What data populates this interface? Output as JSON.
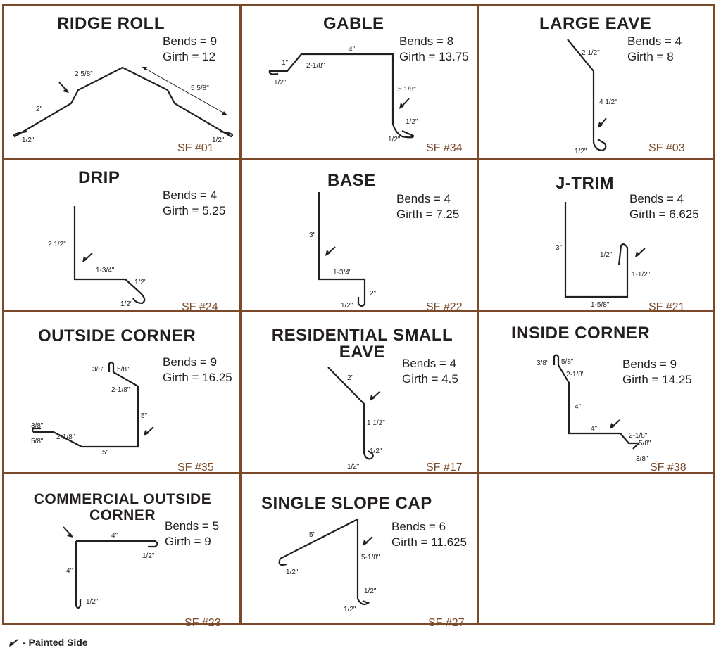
{
  "colors": {
    "border": "#7a4a2a",
    "line": "#231f20",
    "code": "#7a4a2a"
  },
  "cells": [
    {
      "title": "RIDGE ROLL",
      "bends": "Bends = 9",
      "girth": "Girth = 12",
      "code": "SF #01",
      "labels": [
        "2 5/8\"",
        "5 5/8\"",
        "2\"",
        "1/2\"",
        "1/2\""
      ]
    },
    {
      "title": "GABLE",
      "bends": "Bends = 8",
      "girth": "Girth = 13.75",
      "code": "SF #34",
      "labels": [
        "4\"",
        "1\"",
        "2-1/8\"",
        "1/2\"",
        "5 1/8\"",
        "1/2\"",
        "1/2\""
      ]
    },
    {
      "title": "LARGE EAVE",
      "bends": "Bends = 4",
      "girth": "Girth = 8",
      "code": "SF #03",
      "labels": [
        "2 1/2\"",
        "4 1/2\"",
        "1/2\""
      ]
    },
    {
      "title": "DRIP",
      "bends": "Bends = 4",
      "girth": "Girth = 5.25",
      "code": "SF #24",
      "labels": [
        "2 1/2\"",
        "1-3/4\"",
        "1/2\"",
        "1/2\""
      ]
    },
    {
      "title": "BASE",
      "bends": "Bends = 4",
      "girth": "Girth = 7.25",
      "code": "SF #22",
      "labels": [
        "3\"",
        "1-3/4\"",
        "2\"",
        "1/2\""
      ]
    },
    {
      "title": "J-TRIM",
      "bends": "Bends = 4",
      "girth": "Girth = 6.625",
      "code": "SF #21",
      "labels": [
        "3\"",
        "1/2\"",
        "1-1/2\"",
        "1-5/8\""
      ]
    },
    {
      "title": "OUTSIDE CORNER",
      "bends": "Bends = 9",
      "girth": "Girth = 16.25",
      "code": "SF #35",
      "labels": [
        "3/8\"",
        "5/8\"",
        "2-1/8\"",
        "5\"",
        "3/8\"",
        "5/8\"",
        "2-1/8\"",
        "5\""
      ]
    },
    {
      "title": "RESIDENTIAL SMALL EAVE",
      "bends": "Bends = 4",
      "girth": "Girth = 4.5",
      "code": "SF #17",
      "labels": [
        "2\"",
        "1 1/2\"",
        "1/2\"",
        "1/2\""
      ]
    },
    {
      "title": "INSIDE CORNER",
      "bends": "Bends = 9",
      "girth": "Girth = 14.25",
      "code": "SF #38",
      "labels": [
        "3/8\"",
        "5/8\"",
        "2-1/8\"",
        "4\"",
        "4\"",
        "2-1/8\"",
        "5/8\"",
        "3/8\""
      ]
    },
    {
      "title": "COMMERCIAL OUTSIDE CORNER",
      "bends": "Bends = 5",
      "girth": "Girth = 9",
      "code": "SF #23",
      "labels": [
        "4\"",
        "1/2\"",
        "4\"",
        "1/2\""
      ]
    },
    {
      "title": "SINGLE SLOPE CAP",
      "bends": "Bends = 6",
      "girth": "Girth = 11.625",
      "code": "SF #27",
      "labels": [
        "5\"",
        "1/2\"",
        "5-1/8\"",
        "1/2\"",
        "1/2\""
      ]
    }
  ],
  "legend": {
    "icon": "painted-side-arrow-icon",
    "text": "- Painted Side"
  }
}
